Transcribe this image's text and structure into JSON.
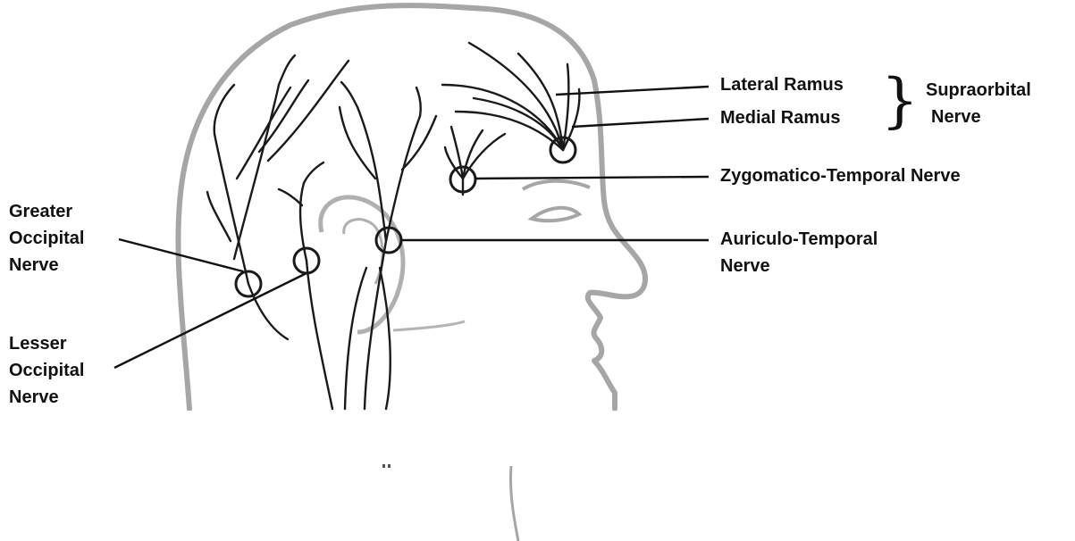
{
  "labels": {
    "greater_occipital": [
      "Greater",
      "Occipital",
      "Nerve"
    ],
    "lesser_occipital": [
      "Lesser",
      "Occipital",
      "Nerve"
    ],
    "lateral_ramus": "Lateral Ramus",
    "medial_ramus": "Medial Ramus",
    "supraorbital": [
      "Supraorbital",
      "Nerve"
    ],
    "zygomatico_temporal": "Zygomatico-Temporal Nerve",
    "auriculo_temporal": [
      "Auriculo-Temporal",
      "Nerve"
    ]
  },
  "colors": {
    "outline": "#a6a6a6",
    "nerve": "#1a1a1a",
    "text": "#111111"
  }
}
